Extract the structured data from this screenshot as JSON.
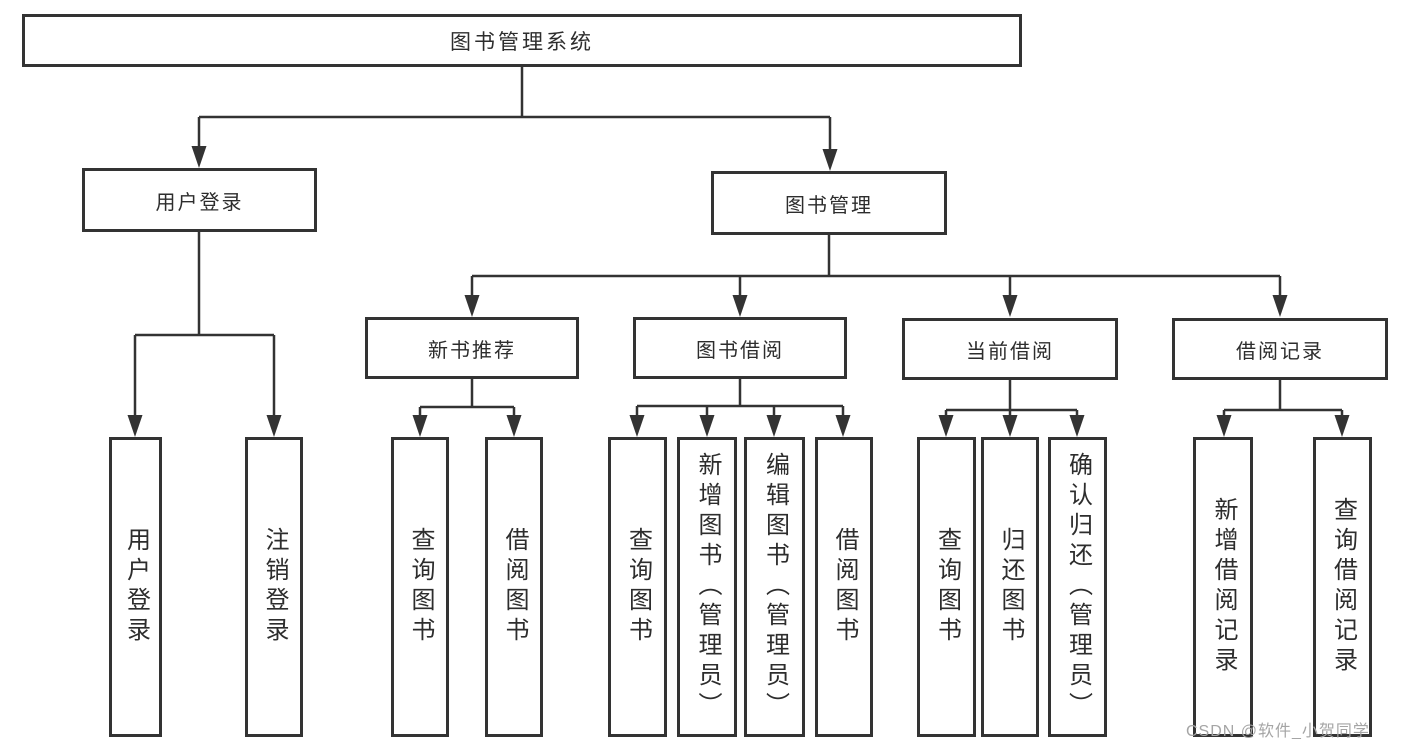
{
  "diagram": {
    "root": {
      "label": "图书管理系统",
      "children": [
        {
          "label": "用户登录",
          "children": [
            {
              "label": "用户登录"
            },
            {
              "label": "注销登录"
            }
          ]
        },
        {
          "label": "图书管理",
          "children": [
            {
              "label": "新书推荐",
              "children": [
                {
                  "label": "查询图书"
                },
                {
                  "label": "借阅图书"
                }
              ]
            },
            {
              "label": "图书借阅",
              "children": [
                {
                  "label": "查询图书"
                },
                {
                  "label": "新增图书（管理员）"
                },
                {
                  "label": "编辑图书（管理员）"
                },
                {
                  "label": "借阅图书"
                }
              ]
            },
            {
              "label": "当前借阅",
              "children": [
                {
                  "label": "查询图书"
                },
                {
                  "label": "归还图书"
                },
                {
                  "label": "确认归还（管理员）"
                }
              ]
            },
            {
              "label": "借阅记录",
              "children": [
                {
                  "label": "新增借阅记录"
                },
                {
                  "label": "查询借阅记录"
                }
              ]
            }
          ]
        }
      ]
    }
  },
  "watermark": {
    "text": "CSDN @软件_小贺同学"
  },
  "colors": {
    "line": "#333333",
    "box_border": "#333333",
    "text": "#2d2d2d",
    "background": "#ffffff",
    "watermark": "#a5a5a5"
  }
}
